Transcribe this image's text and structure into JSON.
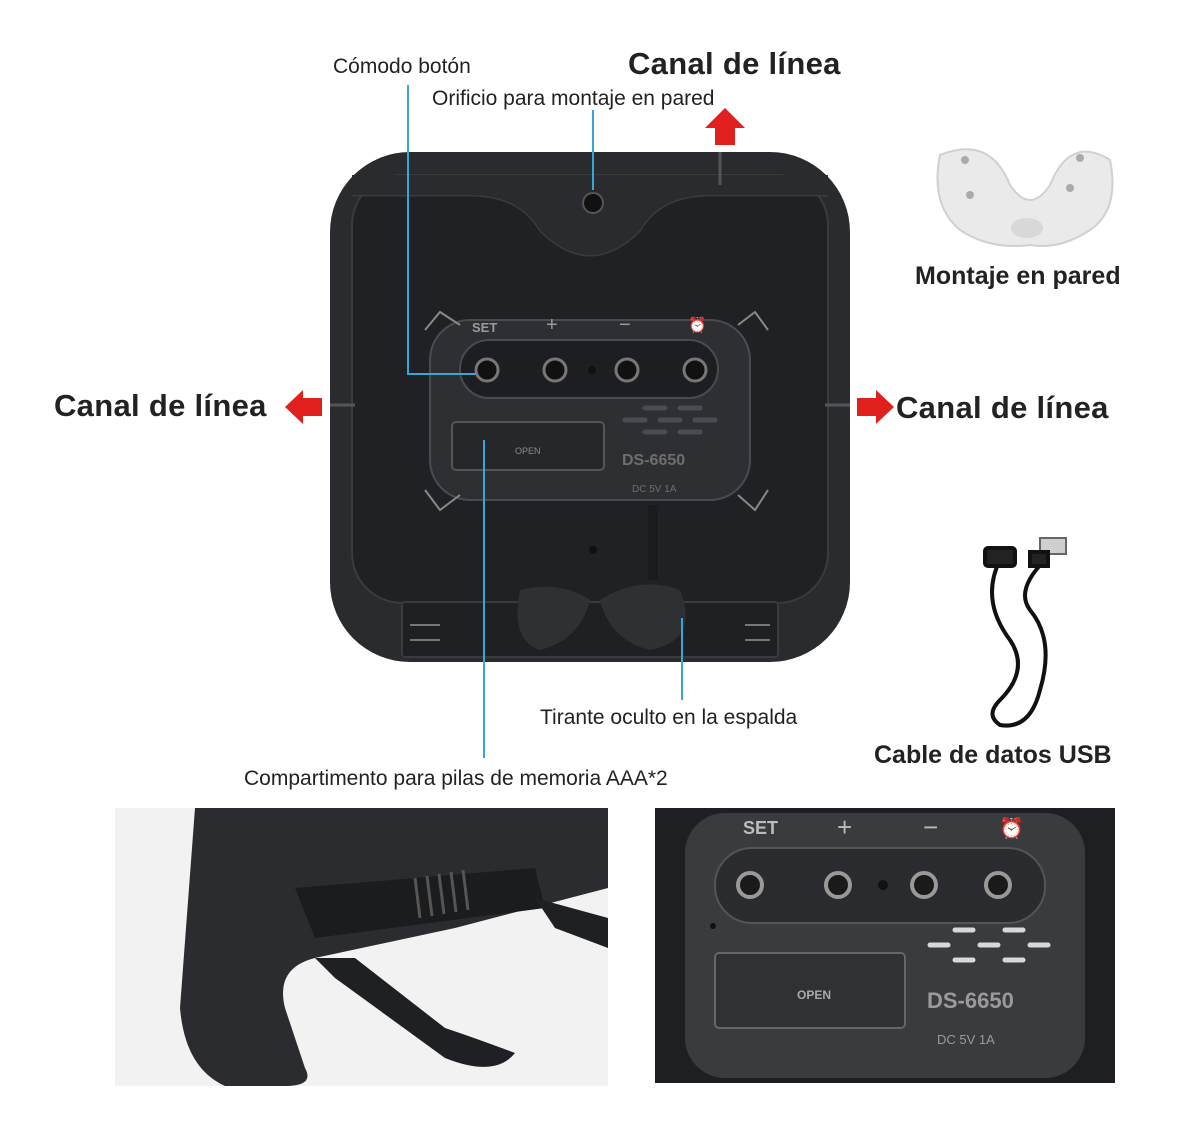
{
  "callouts": {
    "comfort_button": "Cómodo botón",
    "wall_hole": "Orificio para montaje en pared",
    "line_channel_top": "Canal de línea",
    "line_channel_left": "Canal de línea",
    "line_channel_right": "Canal de línea",
    "wall_mount": "Montaje en pared",
    "hidden_brace": "Tirante oculto en la espalda",
    "usb_cable": "Cable de datos USB",
    "battery_compartment": "Compartimento para pilas de memoria AAA*2"
  },
  "device_markings": {
    "set": "SET",
    "plus": "+",
    "minus": "−",
    "open": "OPEN",
    "model": "DS-6650",
    "power": "DC 5V 1A"
  },
  "colors": {
    "body": "#2a2b2e",
    "arrow": "#e0201c",
    "leader": "#3aa6d6"
  },
  "icons": [
    "arrow-up-icon",
    "arrow-left-icon",
    "arrow-right-icon",
    "alarm-clock-icon"
  ]
}
